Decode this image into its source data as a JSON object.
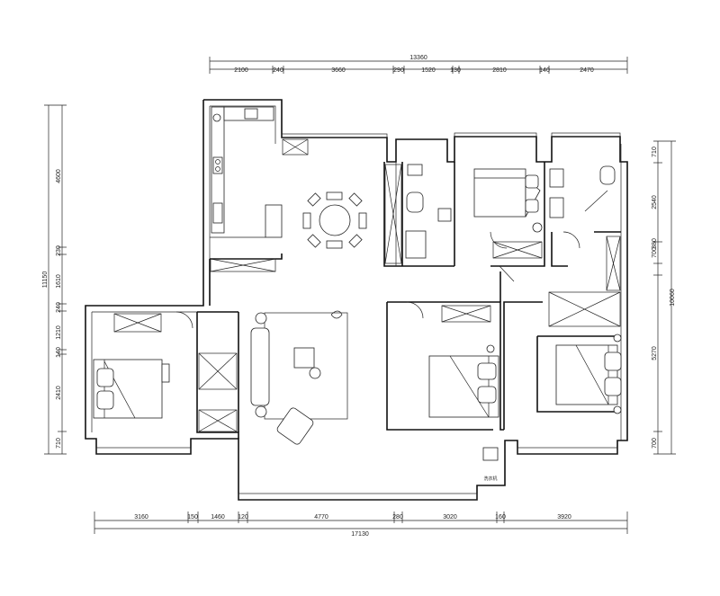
{
  "dimensions": {
    "top_total": "13360",
    "top_segments": [
      "2100",
      "240",
      "3660",
      "290",
      "1520",
      "130",
      "2810",
      "140",
      "2470"
    ],
    "bottom_total": "17130",
    "bottom_segments": [
      "3160",
      "150",
      "1460",
      "120",
      "4770",
      "280",
      "3020",
      "160",
      "3920"
    ],
    "left_total": "11150",
    "left_segments": [
      "4600",
      "230",
      "1610",
      "240",
      "1210",
      "140",
      "2410",
      "710"
    ],
    "right_total": "10060",
    "right_segments": [
      "710",
      "2540",
      "700",
      "380",
      "5270",
      "700"
    ]
  },
  "labels": {
    "laundry": "洗衣机"
  }
}
